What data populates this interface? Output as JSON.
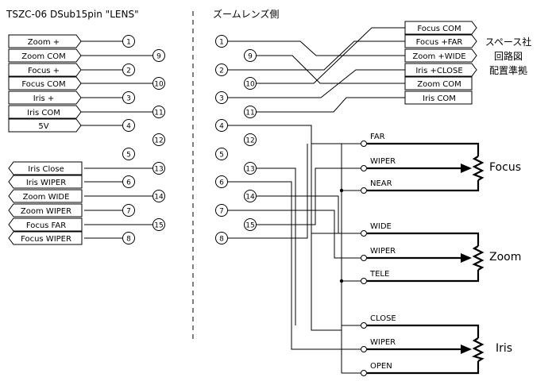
{
  "header": {
    "left_title": "TSZC-06 DSub15pin \"LENS\"",
    "right_title": "ズームレンズ側",
    "side_note": [
      "スペース社",
      "回路図",
      "配置準拠"
    ]
  },
  "left_connector": {
    "out_boxes": [
      {
        "label": "Zoom +",
        "pin": "1"
      },
      {
        "label": "Zoom COM",
        "pin": "9"
      },
      {
        "label": "Focus +",
        "pin": "2"
      },
      {
        "label": "Focus COM",
        "pin": "10"
      },
      {
        "label": "Iris +",
        "pin": "3"
      },
      {
        "label": "Iris COM",
        "pin": "11"
      },
      {
        "label": "5V",
        "pin": "4"
      }
    ],
    "unused_pins": [
      "5",
      "12"
    ],
    "in_boxes": [
      {
        "label": "Iris Close",
        "pin": "13"
      },
      {
        "label": "Iris WIPER",
        "pin": "6"
      },
      {
        "label": "Zoom WIDE",
        "pin": "14"
      },
      {
        "label": "Zoom WIPER",
        "pin": "7"
      },
      {
        "label": "Focus FAR",
        "pin": "15"
      },
      {
        "label": "Focus WIPER",
        "pin": "8"
      }
    ]
  },
  "right_connector": {
    "pins": [
      "1",
      "9",
      "2",
      "10",
      "3",
      "11",
      "4",
      "12",
      "5",
      "13",
      "6",
      "14",
      "7",
      "15",
      "8"
    ],
    "out_boxes": [
      "Focus COM",
      "Focus +FAR",
      "Zoom +WIDE",
      "Iris +CLOSE",
      "Zoom COM",
      "Iris COM"
    ]
  },
  "pots": [
    {
      "name": "Focus",
      "terminals": [
        "FAR",
        "WIPER",
        "NEAR"
      ]
    },
    {
      "name": "Zoom",
      "terminals": [
        "WIDE",
        "WIPER",
        "TELE"
      ]
    },
    {
      "name": "Iris",
      "terminals": [
        "CLOSE",
        "WIPER",
        "OPEN"
      ]
    }
  ]
}
